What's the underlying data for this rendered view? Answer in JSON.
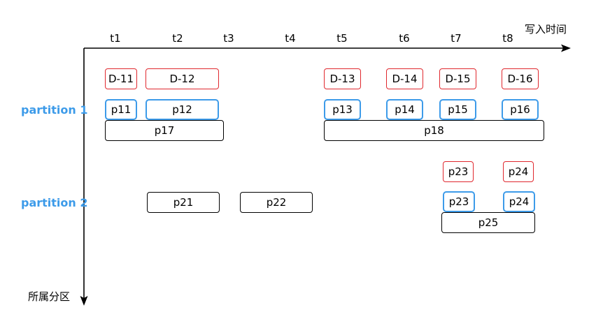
{
  "axes": {
    "x_label": "写入时间",
    "y_label": "所属分区",
    "ticks": [
      "t1",
      "t2",
      "t3",
      "t4",
      "t5",
      "t6",
      "t7",
      "t8"
    ]
  },
  "partitions": {
    "p1": "partition 1",
    "p2": "partition 2"
  },
  "boxes": {
    "d11": "D-11",
    "d12": "D-12",
    "d13": "D-13",
    "d14": "D-14",
    "d15": "D-15",
    "d16": "D-16",
    "p11": "p11",
    "p12": "p12",
    "p13": "p13",
    "p14": "p14",
    "p15": "p15",
    "p16": "p16",
    "p17": "p17",
    "p18": "p18",
    "p23_red": "p23",
    "p24_red": "p24",
    "p21": "p21",
    "p22": "p22",
    "p23": "p23",
    "p24": "p24",
    "p25": "p25"
  },
  "colors": {
    "axis": "#000000",
    "red_border": "#e0282e",
    "blue_border": "#3d9be9",
    "partition_text": "#3d9be9"
  }
}
